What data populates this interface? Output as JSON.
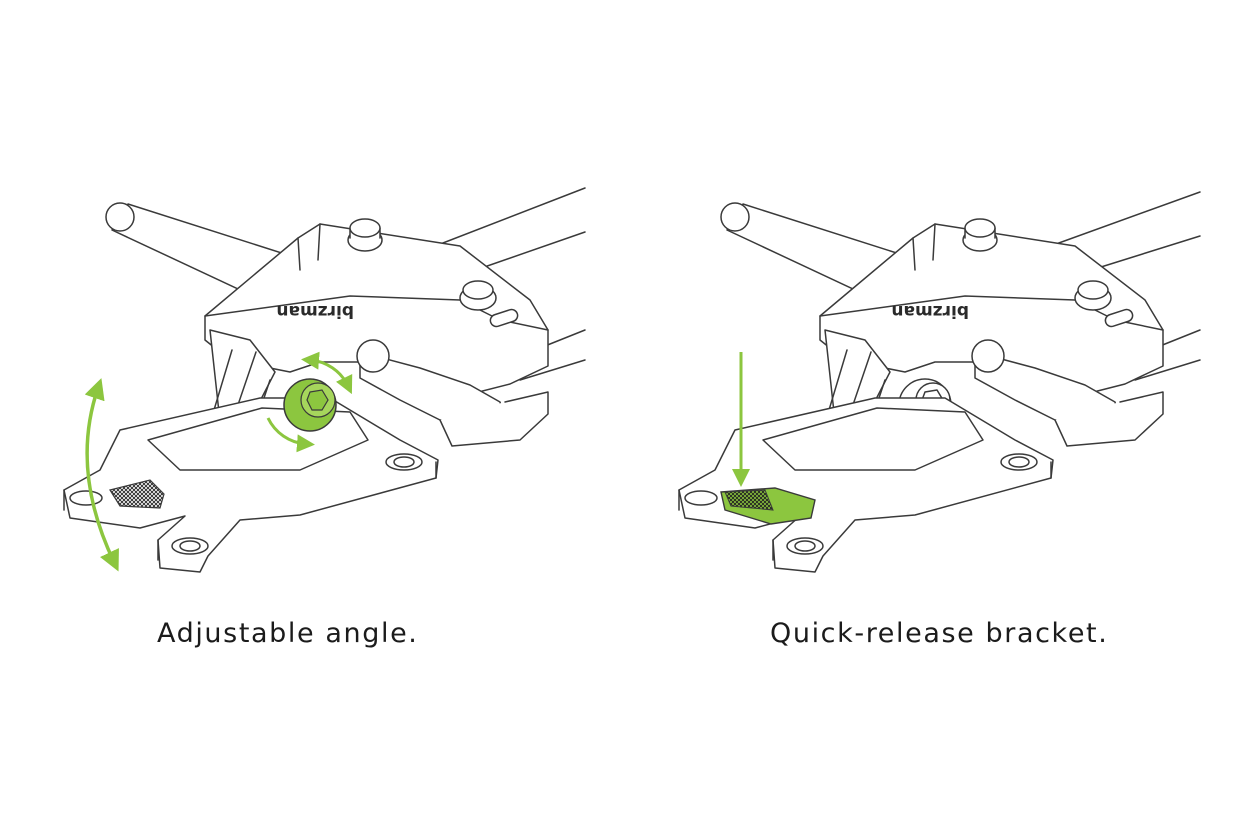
{
  "colors": {
    "accent": "#8cc63f",
    "line": "#3a3a3a"
  },
  "panels": [
    {
      "caption": "Adjustable angle.",
      "brand": "birzman",
      "highlight": "angle-adjust-bolt"
    },
    {
      "caption": "Quick-release bracket.",
      "brand": "birzman",
      "highlight": "quick-release-lever"
    }
  ]
}
